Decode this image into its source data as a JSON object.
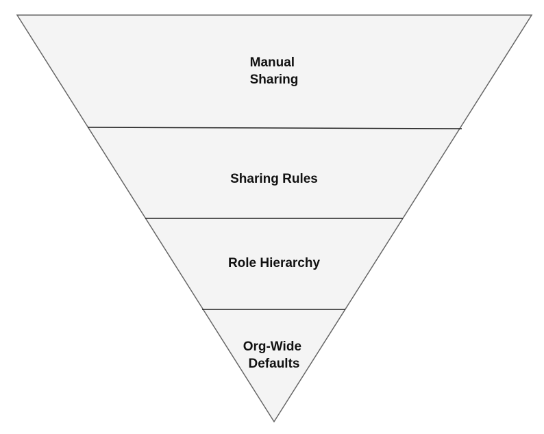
{
  "diagram": {
    "fill_color": "#f4f4f4",
    "stroke_color": "#666666",
    "divider_color": "#222222",
    "text_color": "#111111",
    "tiers": [
      {
        "lines": [
          "Manual",
          "Sharing"
        ]
      },
      {
        "lines": [
          "Sharing Rules"
        ]
      },
      {
        "lines": [
          "Role Hierarchy"
        ]
      },
      {
        "lines": [
          "Org-Wide",
          "Defaults"
        ]
      }
    ]
  }
}
